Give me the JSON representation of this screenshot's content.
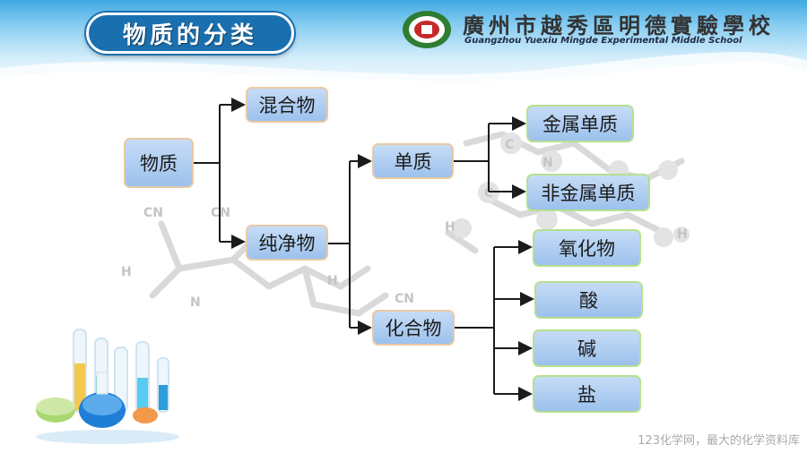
{
  "header": {
    "title": "物质的分类",
    "school_name_cn": "廣州市越秀區明德實驗學校",
    "school_name_en": "Guangzhou Yuexiu Mingde Experimental Middle School"
  },
  "diagram": {
    "root": "物质",
    "mixture": "混合物",
    "pure": "纯净物",
    "element": "单质",
    "metal": "金属单质",
    "nonmetal": "非金属单质",
    "compound": "化合物",
    "oxide": "氧化物",
    "acid": "酸",
    "base": "碱",
    "salt": "盐"
  },
  "background_labels": {
    "cn1": "CN",
    "cn2": "CN",
    "cn3": "CN",
    "h1": "H",
    "h2": "H",
    "h3": "H",
    "h4": "H",
    "n1": "N",
    "n2": "N",
    "c1": "C",
    "c2": "C"
  },
  "footer": {
    "watermark": "123化学网，最大的化学资料库"
  },
  "colors": {
    "header_blue": "#3fa9e3",
    "pill_blue": "#1a6fae",
    "node_fill": "#9cc1ec",
    "node_border_warm": "#e8c9a4",
    "node_border_green": "#b6e08f"
  }
}
